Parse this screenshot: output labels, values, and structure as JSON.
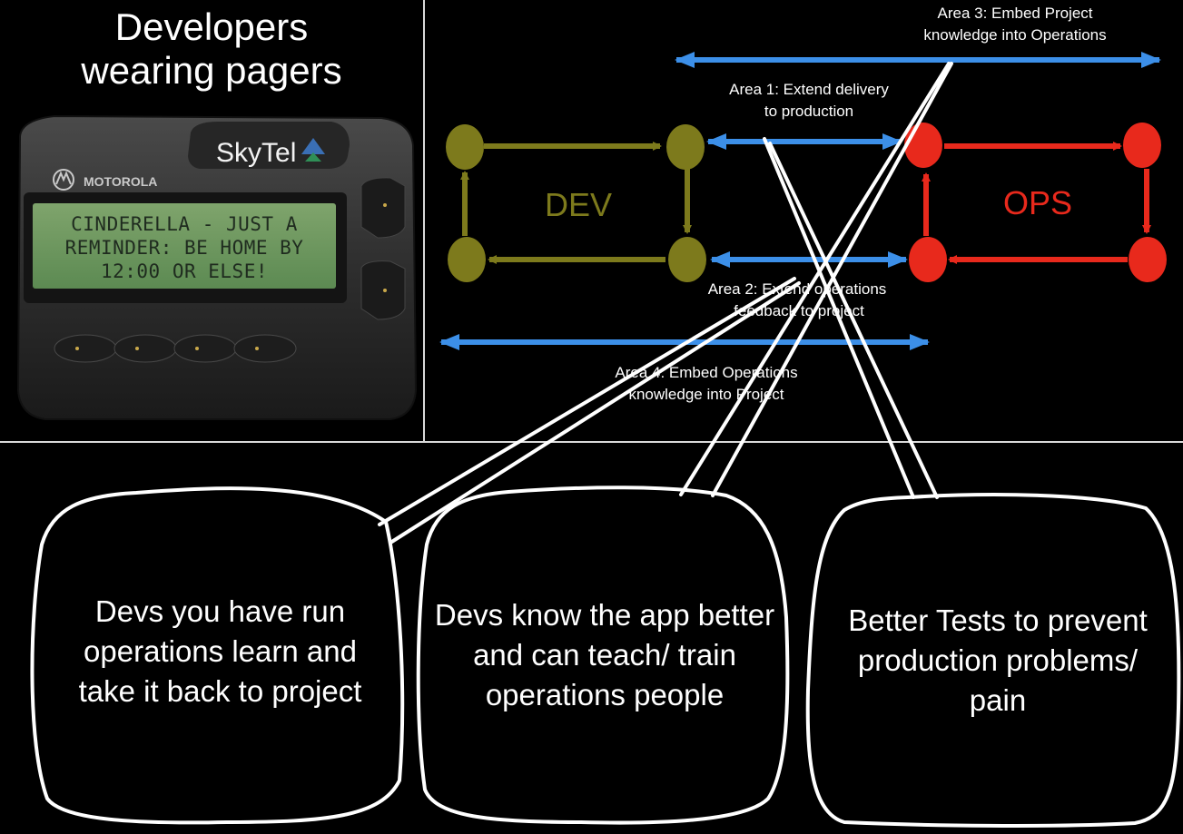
{
  "title": "Developers\nwearing pagers",
  "pager": {
    "brand": "MOTOROLA",
    "carrier": "SkyTel",
    "screen_lines": [
      "CINDERELLA - JUST A",
      "REMINDER: BE HOME BY",
      "12:00 OR ELSE!"
    ]
  },
  "diagram": {
    "dev_label": "DEV",
    "ops_label": "OPS",
    "area1": [
      "Area 1: Extend delivery",
      "to production"
    ],
    "area2": [
      "Area 2: Extend operations",
      "feedback to project"
    ],
    "area3": [
      "Area 3: Embed Project",
      "knowledge into Operations"
    ],
    "area4": [
      "Area 4: Embed Operations",
      "knowledge into Project"
    ]
  },
  "colors": {
    "dev": "#7d7a1c",
    "ops": "#e8291c",
    "arrow": "#3c8fe8",
    "chalk": "#ffffff"
  },
  "bubbles": [
    "Devs you have run operations learn and take it back to project",
    "Devs know the app better and can teach/ train operations people",
    "Better Tests to prevent production problems/ pain"
  ]
}
